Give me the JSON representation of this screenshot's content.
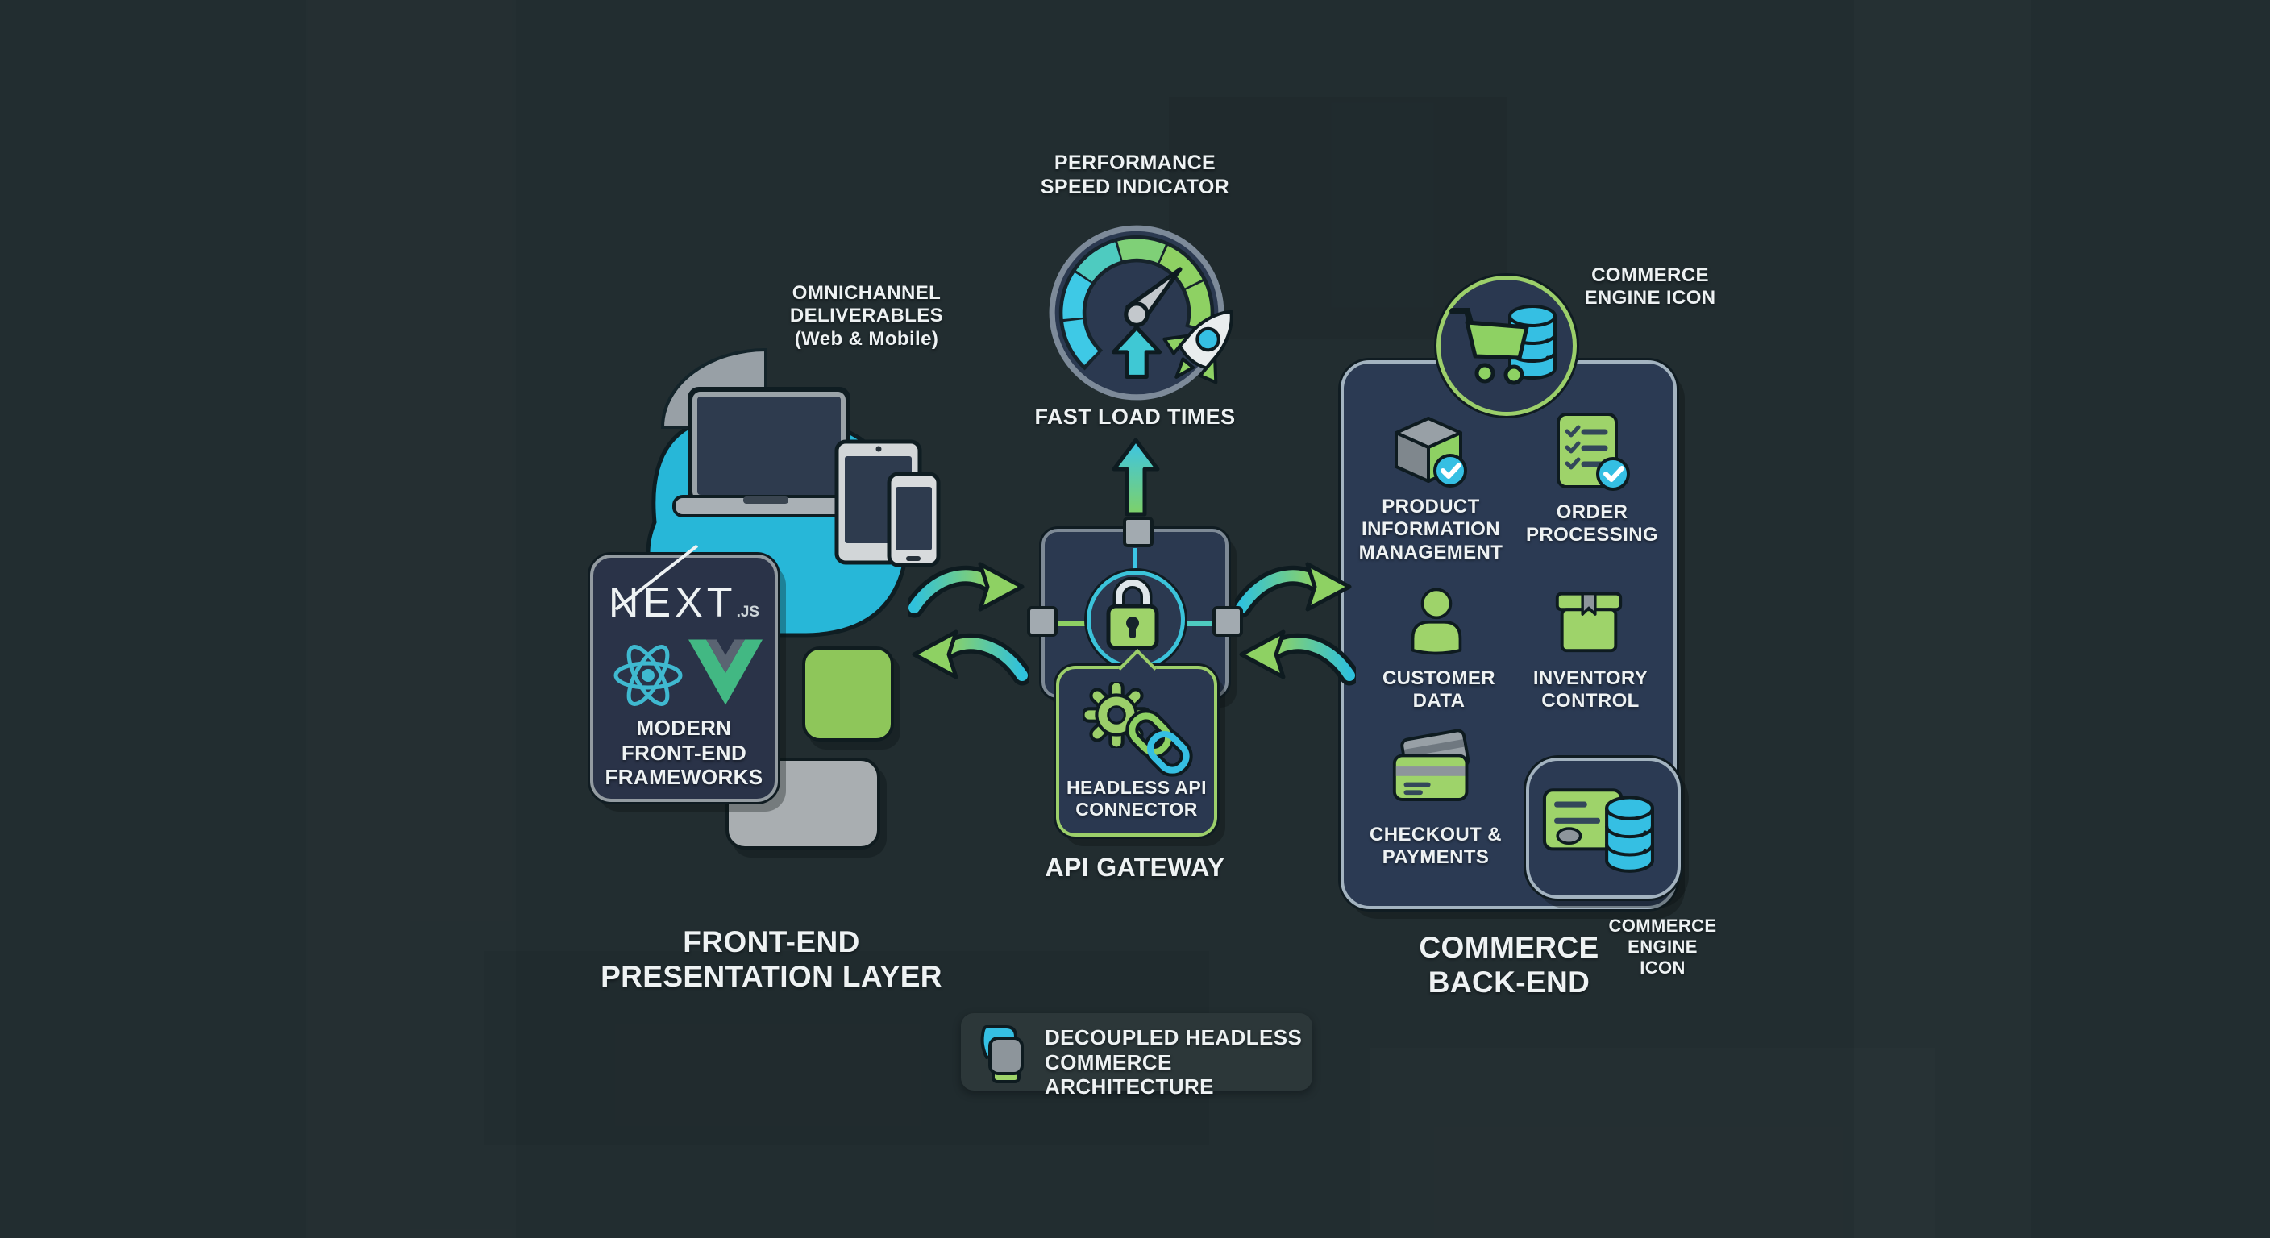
{
  "title": "DECOUPLED HEADLESS\nCOMMERCE ARCHITECTURE",
  "frontend": {
    "devices_label": "OMNICHANNEL\nDELIVERABLES\n(Web & Mobile)",
    "framework_card": {
      "brand": "NEXT",
      "brand_suffix": ".JS",
      "label": "MODERN\nFRONT-END\nFRAMEWORKS"
    },
    "section_label": "FRONT-END\nPRESENTATION LAYER"
  },
  "middle": {
    "gauge_label": "PERFORMANCE\nSPEED INDICATOR",
    "gauge_caption": "FAST LOAD TIMES",
    "connector_label": "HEADLESS API\nCONNECTOR",
    "gateway_label": "API GATEWAY"
  },
  "backend": {
    "engine_label_top": "COMMERCE\nENGINE ICON",
    "engine_label_bottom": "COMMERCE\nENGINE\nICON",
    "section_label": "COMMERCE\nBACK-END",
    "features": [
      {
        "id": "product-information-management",
        "label": "PRODUCT\nINFORMATION\nMANAGEMENT"
      },
      {
        "id": "order-processing",
        "label": "ORDER\nPROCESSING"
      },
      {
        "id": "customer-data",
        "label": "CUSTOMER\nDATA"
      },
      {
        "id": "inventory-control",
        "label": "INVENTORY\nCONTROL"
      },
      {
        "id": "checkout-payments",
        "label": "CHECKOUT &\nPAYMENTS"
      }
    ]
  },
  "legend": {
    "label": "DECOUPLED HEADLESS\nCOMMERCE ARCHITECTURE"
  },
  "icons": [
    "speedometer-icon",
    "rocket-icon",
    "up-arrow-icon",
    "lock-icon",
    "gear-icon",
    "chain-link-icon",
    "sync-arrows-icon",
    "laptop-icon",
    "tablet-icon",
    "phone-icon",
    "react-icon",
    "vue-icon",
    "shopping-cart-icon",
    "database-icon",
    "product-box-icon",
    "order-checklist-icon",
    "customer-person-icon",
    "inventory-box-icon",
    "credit-card-icon",
    "layers-icon"
  ],
  "colors": {
    "background": "#222d30",
    "panel_navy": "#2b3a53",
    "accent_cyan": "#2fbcdd",
    "accent_green": "#8ed163",
    "vue_green": "#42b883",
    "outline_dark": "#101c20",
    "text_white": "#eef2f3",
    "frame_gray": "#a2aab0"
  }
}
